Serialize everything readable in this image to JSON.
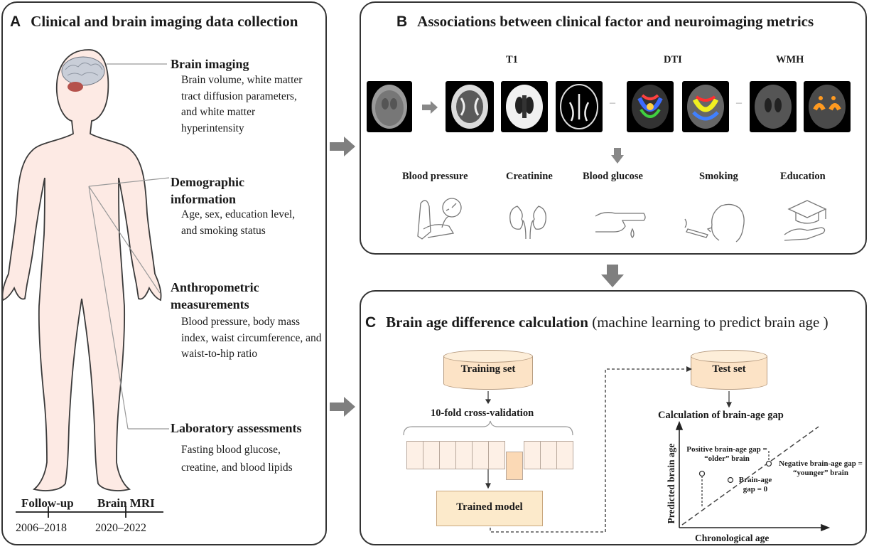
{
  "panel_a": {
    "letter": "A",
    "title": "Clinical  and brain imaging data collection",
    "sections": [
      {
        "title": "Brain imaging",
        "body": "Brain volume, white matter tract diffusion parameters, and white matter hyperintensity"
      },
      {
        "title": "Demographic information",
        "body": "Age, sex, education level, and smoking status"
      },
      {
        "title": "Anthropometric measurements",
        "body": "Blood pressure, body mass index, waist circumference, and waist-to-hip ratio"
      },
      {
        "title": "Laboratory assessments",
        "body": "Fasting blood glucose, creatine, and blood lipids"
      }
    ],
    "timeline": {
      "label1": "Follow-up",
      "label2": "Brain MRI",
      "year1": "2006–2018",
      "year2": "2020–2022"
    }
  },
  "panel_b": {
    "letter": "B",
    "title": "Associations between clinical factor and neuroimaging metrics",
    "modalities": [
      "T1",
      "DTI",
      "WMH"
    ],
    "factors": [
      "Blood pressure",
      "Creatinine",
      "Blood glucose",
      "Smoking",
      "Education"
    ]
  },
  "panel_c": {
    "letter": "C",
    "title": "Brain age difference calculation",
    "subtitle": "(machine learning to predict brain age )",
    "training_set": "Training set",
    "cv_label": "10-fold cross-validation",
    "trained_model": "Trained model",
    "test_set": "Test set",
    "gap_title": "Calculation of brain-age gap",
    "positive_gap": "Positive brain-age gap = “older” brain",
    "negative_gap": "Negative brain-age gap = “younger” brain",
    "zero_gap": "Brain-age gap = 0",
    "y_axis": "Predicted brain age",
    "x_axis": "Chronological age"
  },
  "colors": {
    "border": "#333333",
    "skin": "#fdeae4",
    "skin_stroke": "#3a3a3a",
    "brain": "#c9ced8",
    "cerebellum": "#b5524c",
    "cylinder": "#fce3c6",
    "arrow": "#7f7f7f"
  }
}
